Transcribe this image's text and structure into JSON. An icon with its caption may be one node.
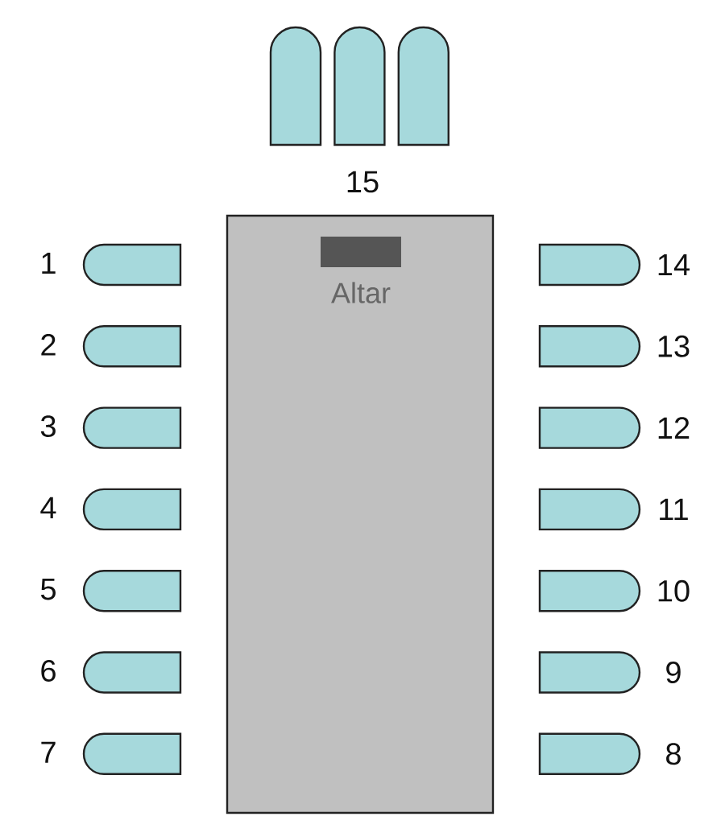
{
  "diagram": {
    "nodes": [
      {
        "text": [],
        "shape": "arch"
      },
      {
        "text": [],
        "shape": "arch"
      },
      {
        "text": [],
        "shape": "arch"
      },
      {
        "text": [],
        "shape": "box"
      },
      {
        "text": [
          "Altar"
        ],
        "in": 3
      },
      {
        "text": [],
        "shape": "box",
        "beside": [
          "1"
        ]
      },
      {
        "text": [],
        "shape": "box",
        "beside": [
          "2"
        ]
      },
      {
        "text": [],
        "shape": "box",
        "beside": [
          "3"
        ]
      },
      {
        "text": [],
        "shape": "box",
        "beside": [
          "4"
        ]
      },
      {
        "text": [],
        "shape": "box",
        "beside": [
          "5"
        ]
      },
      {
        "text": [],
        "shape": "box",
        "beside": [
          "6"
        ]
      },
      {
        "text": [],
        "shape": "box",
        "beside": [
          "7"
        ]
      },
      {
        "text": [],
        "shape": "box",
        "beside": [
          "14"
        ]
      },
      {
        "text": [],
        "shape": "box",
        "beside": [
          "13"
        ]
      },
      {
        "text": [],
        "shape": "box",
        "beside": [
          "12"
        ]
      },
      {
        "text": [],
        "shape": "box",
        "beside": [
          "11"
        ]
      },
      {
        "text": [],
        "shape": "box",
        "beside": [
          "10"
        ]
      },
      {
        "text": [],
        "shape": "box",
        "beside": [
          "9"
        ]
      },
      {
        "text": [],
        "shape": "box",
        "beside": [
          "8"
        ]
      }
    ],
    "labels": [
      "15"
    ]
  }
}
